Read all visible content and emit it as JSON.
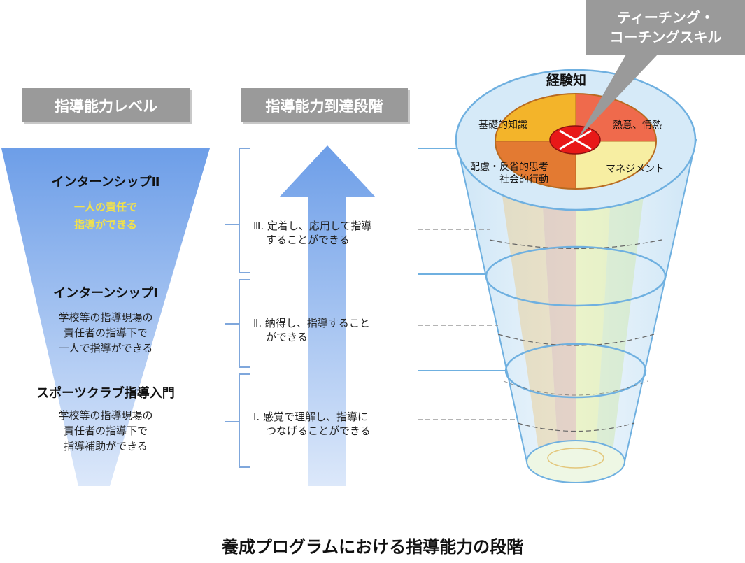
{
  "headers": {
    "level": "指導能力レベル",
    "stage": "指導能力到達段階"
  },
  "levels": [
    {
      "title": "インターンシップⅡ",
      "desc": [
        "一人の責任で",
        "指導ができる"
      ]
    },
    {
      "title": "インターンシップⅠ",
      "desc": [
        "学校等の指導現場の",
        "責任者の指導下で",
        "一人で指導ができる"
      ]
    },
    {
      "title": "スポーツクラブ指導入門",
      "desc": [
        "学校等の指導現場の",
        "責任者の指導下で",
        "指導補助ができる"
      ]
    }
  ],
  "stages": [
    {
      "line1": "Ⅲ. 定着し、応用して指導",
      "line2": "することができる"
    },
    {
      "line1": "Ⅱ. 納得し、指導すること",
      "line2": "ができる"
    },
    {
      "line1": "Ⅰ. 感覚で理解し、指導に",
      "line2": "つなげることができる"
    }
  ],
  "callout": [
    "ティーチング・",
    "コーチングスキル"
  ],
  "experience_label": "経験知",
  "quadrants": {
    "top_left": "基礎的知識",
    "top_right": "熱意、情熱",
    "bottom_left": [
      "配慮・反省的思考",
      "社会的行動"
    ],
    "bottom_right": "マネジメント"
  },
  "colors": {
    "funnel_top": "#6d9ee8",
    "funnel_bottom": "#dce8fa",
    "header_gray": "#9a9a9a",
    "quad_orange": "#f3b42a",
    "quad_red": "#ef6a4c",
    "quad_darkorange": "#e37a32",
    "quad_yellow": "#f7eeA2",
    "center_red": "#e81818",
    "cylinder_top": "#d6eaf8",
    "bracket_blue": "#7fa7dc"
  },
  "caption": "養成プログラムにおける指導能力の段階"
}
